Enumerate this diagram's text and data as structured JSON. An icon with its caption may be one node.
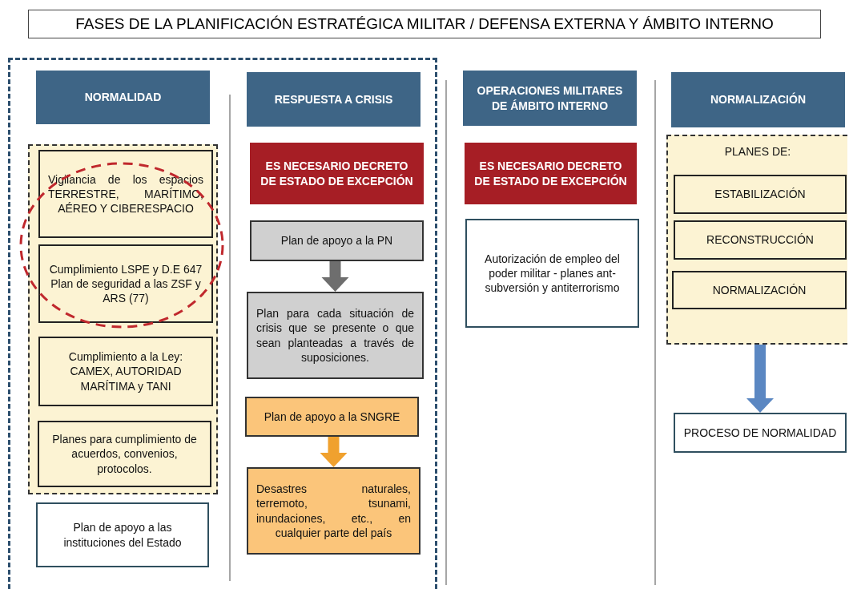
{
  "diagram": {
    "title": "FASES DE LA PLANIFICACIÓN ESTRATÉGICA MILITAR / DEFENSA EXTERNA Y ÁMBITO INTERNO",
    "nodes": [
      {
        "text": [],
        "shape": "box"
      },
      {
        "text": [
          "NORMALIDAD"
        ],
        "in": 0
      },
      {
        "text": [],
        "shape": "box",
        "in": 0
      },
      {
        "text": [
          "Vigilancia de los espacios TERRESTRE, MARÍTIMO, AÉREO Y CIBERESPACIO"
        ],
        "in": 2
      },
      {
        "text": [
          "Cumplimiento LSPE y D.E 647 Plan de seguridad a las ZSF y ARS (77)"
        ],
        "in": 2
      },
      {
        "text": [
          "Cumplimiento a la Ley: CAMEX, AUTORIDAD MARÍTIMA y TANI"
        ],
        "in": 2
      },
      {
        "text": [
          "Planes para cumplimiento de acuerdos, convenios, protocolos."
        ],
        "in": 2
      },
      {
        "text": [
          "Plan de apoyo a las instituciones del Estado"
        ],
        "in": 0
      },
      {
        "text": [
          "RESPUESTA A CRISIS"
        ],
        "in": 0
      },
      {
        "text": [
          "ES NECESARIO DECRETO DE ESTADO DE EXCEPCIÓN"
        ],
        "in": 0
      },
      {
        "text": [
          "Plan de apoyo a la PN"
        ],
        "in": 0
      },
      {
        "text": [
          "Plan para cada situación de crisis que se presente o que sean planteadas a través de suposiciones."
        ],
        "in": 0
      },
      {
        "text": [
          "Plan de apoyo a la SNGRE"
        ],
        "in": 0
      },
      {
        "text": [
          "Desastres naturales, terremoto, tsunami, inundaciones, etc., en cualquier parte del país"
        ],
        "in": 0
      },
      {
        "text": [
          "OPERACIONES MILITARES DE ÁMBITO INTERNO"
        ]
      },
      {
        "text": [
          "ES NECESARIO DECRETO DE ESTADO DE EXCEPCIÓN"
        ]
      },
      {
        "text": [
          "Autorización de empleo del poder militar - planes ant- subversión y antiterrorismo"
        ]
      },
      {
        "text": [
          "NORMALIZACIÓN"
        ]
      },
      {
        "text": [
          "PLANES DE:"
        ]
      },
      {
        "text": [
          "ESTABILIZACIÓN"
        ],
        "in": 18
      },
      {
        "text": [
          "RECONSTRUCCIÓN"
        ],
        "in": 18
      },
      {
        "text": [
          "NORMALIZACIÓN"
        ],
        "in": 18
      },
      {
        "text": [
          "PROCESO DE NORMALIDAD"
        ]
      }
    ],
    "edges": [
      {
        "from": 10,
        "to": 11,
        "arrow": "to",
        "color": "#6e6e6e"
      },
      {
        "from": 12,
        "to": 13,
        "arrow": "to",
        "color": "#f0a12e"
      },
      {
        "from": 18,
        "to": 22,
        "arrow": "to",
        "color": "#5b87c2"
      }
    ]
  }
}
